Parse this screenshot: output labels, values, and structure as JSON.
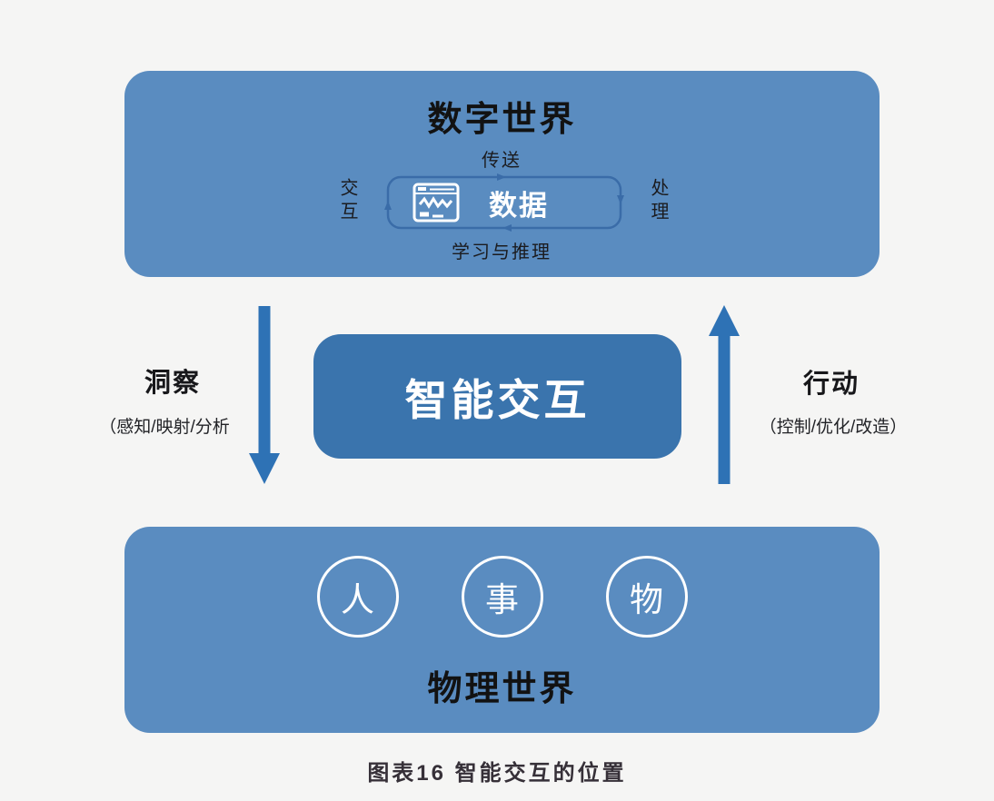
{
  "colors": {
    "background": "#f5f5f4",
    "world_box": "#5a8cc0",
    "center_box": "#3a74ad",
    "arrow": "#2e72b5",
    "cycle_border": "#3a6ca8"
  },
  "digital_world": {
    "title": "数字世界",
    "cycle": {
      "top_label": "传送",
      "right_label": "处理",
      "bottom_label": "学习与推理",
      "left_label": "交互",
      "center_label": "数据",
      "icon": "data-window-icon"
    }
  },
  "insight_flow": {
    "title": "洞察",
    "subtitle": "（感知/映射/分析",
    "direction": "down"
  },
  "action_flow": {
    "title": "行动",
    "subtitle": "（控制/优化/改造）",
    "direction": "up"
  },
  "center": {
    "label": "智能交互"
  },
  "physical_world": {
    "title": "物理世界",
    "entities": [
      "人",
      "事",
      "物"
    ]
  },
  "caption": "图表16 智能交互的位置"
}
